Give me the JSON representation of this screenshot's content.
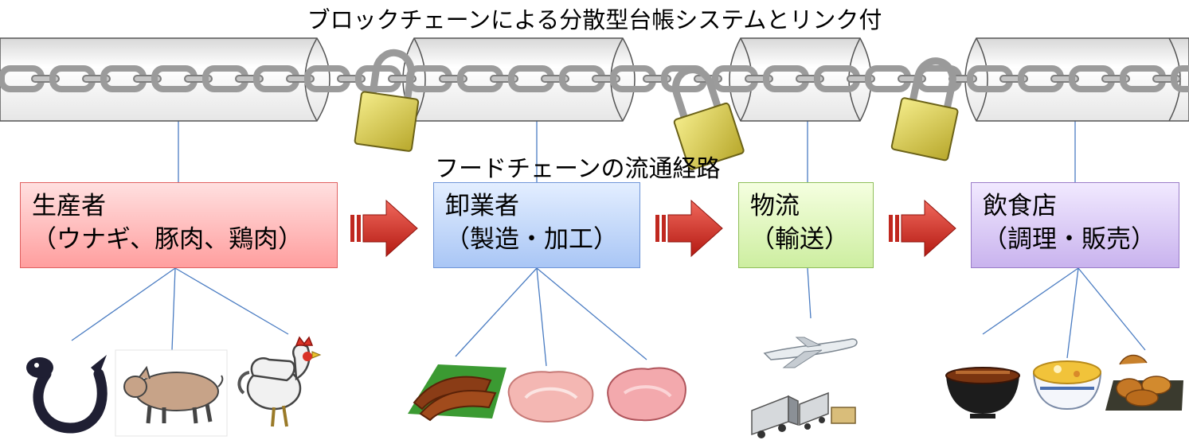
{
  "header": {
    "title": "ブロックチェーンによる分散型台帳システムとリンク付",
    "subtitle": "フードチェーンの流通経路"
  },
  "stages": [
    {
      "name": "生産者",
      "detail": "（ウナギ、豚肉、鶏肉）",
      "fill": "#ffb3b3",
      "border": "#e06060"
    },
    {
      "name": "卸業者",
      "detail": "（製造・加工）",
      "fill": "#c2d6fa",
      "border": "#6f95d8"
    },
    {
      "name": "物流",
      "detail": "（輸送）",
      "fill": "#dff5bd",
      "border": "#8fbf5a"
    },
    {
      "name": "飲食店",
      "detail": "（調理・販売）",
      "fill": "#dccbf5",
      "border": "#9a7cc8"
    }
  ],
  "icons": {
    "producer": [
      "eel-icon",
      "pig-icon",
      "rooster-icon"
    ],
    "wholesaler": [
      "grilled-eel-icon",
      "pork-meat-icon",
      "chicken-meat-icon"
    ],
    "logistics": [
      "airplane-icon",
      "trucks-icon"
    ],
    "restaurant": [
      "unagi-bowl-icon",
      "oyakodon-icon",
      "fried-chicken-icon"
    ]
  },
  "colors": {
    "arrow": "#d42a20",
    "connector": "#4a7cc2",
    "padlock": "#d8cc55",
    "chain": "#a9a9a9"
  }
}
